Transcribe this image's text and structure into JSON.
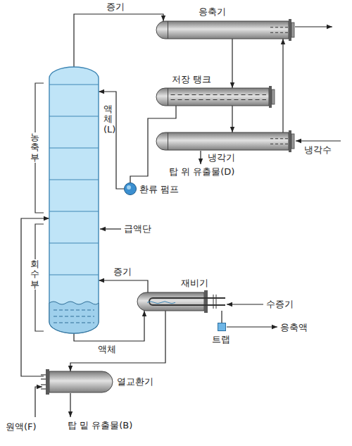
{
  "diagram": {
    "nodes": [
      {
        "text": [
          "응축기"
        ]
      },
      {
        "text": [
          "저장 탱크"
        ]
      },
      {
        "text": [
          "냉각기"
        ]
      },
      {
        "text": [
          "농축부",
          "회수부"
        ]
      },
      {
        "text": [
          "환류 펌프"
        ]
      },
      {
        "text": [
          "재비기"
        ]
      },
      {
        "text": [
          "트랩"
        ]
      },
      {
        "text": [
          "열교환기"
        ]
      }
    ],
    "edges": [
      {
        "from": 3,
        "to": 0,
        "label": "증기",
        "arrow": "to"
      },
      {
        "from": 0,
        "to": 1,
        "arrow": "to"
      },
      {
        "from": 1,
        "to": 2,
        "arrow": "to"
      },
      {
        "from": 1,
        "to": 4,
        "arrow": "none"
      },
      {
        "from": 4,
        "to": 3,
        "label": "액체 (L)",
        "arrow": "to"
      },
      {
        "from": 2,
        "to": 0,
        "arrow": "to"
      },
      {
        "from": 3,
        "to": 5,
        "label": "액체",
        "arrow": "to"
      },
      {
        "from": 5,
        "to": 3,
        "label": "증기",
        "arrow": "to"
      },
      {
        "from": 5,
        "to": 6,
        "arrow": "none"
      },
      {
        "from": 5,
        "to": 7,
        "arrow": "to"
      },
      {
        "from": 7,
        "to": 3,
        "arrow": "to"
      }
    ],
    "labels": [
      "급액단",
      "냉각수",
      "탑 위 유출물(D)",
      "수증기",
      "응축액",
      "원액(F)",
      "탑 밑 유출물(B)"
    ]
  }
}
